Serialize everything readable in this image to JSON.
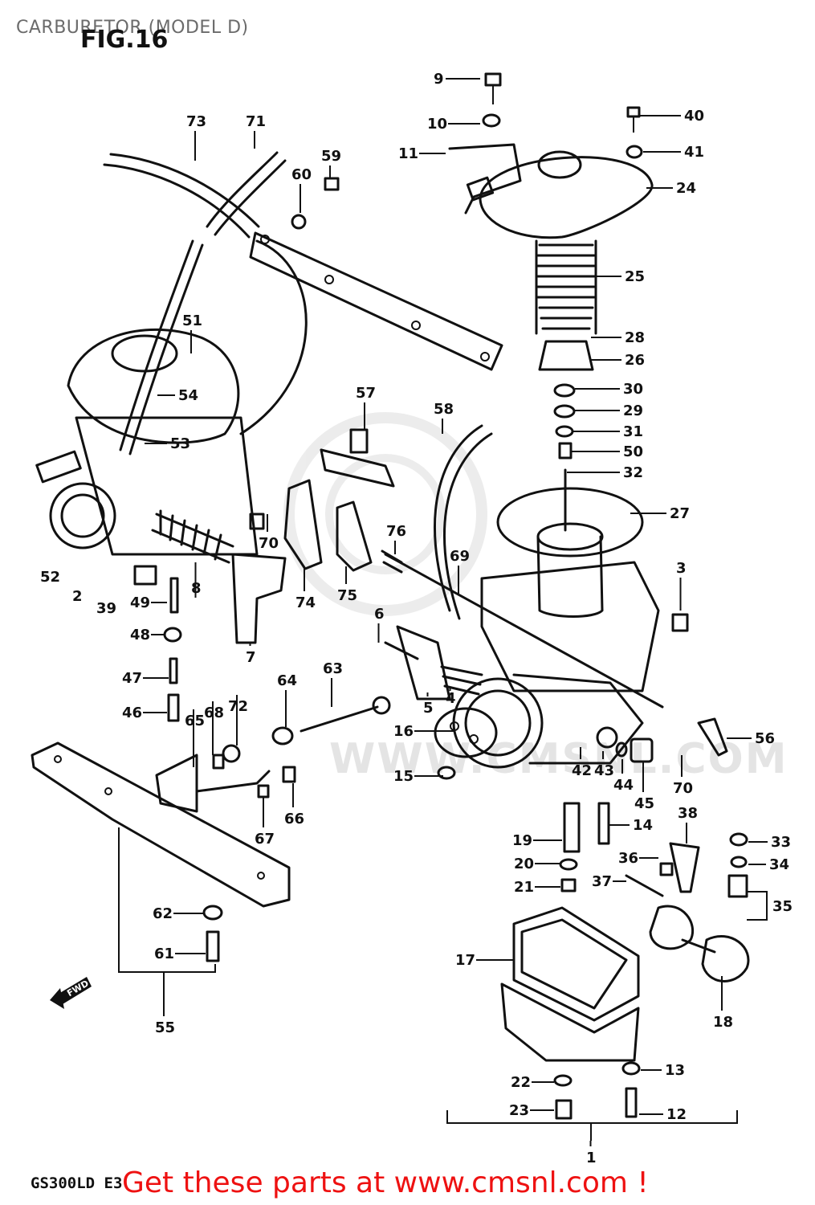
{
  "header": {
    "title": "CARBURETOR (MODEL D)",
    "figure": "FIG.16"
  },
  "footer": {
    "model_code": "GS300LD E3",
    "cta": "Get these parts at www.cmsnl.com !"
  },
  "watermark": "WWW.CMSNL.COM",
  "forward_marker": "FWD",
  "colors": {
    "cta": "#ee1111",
    "title": "#6b6b6b",
    "ink": "#111111"
  },
  "callouts": [
    "9",
    "10",
    "11",
    "40",
    "41",
    "24",
    "73",
    "71",
    "59",
    "60",
    "25",
    "28",
    "26",
    "51",
    "54",
    "53",
    "57",
    "58",
    "30",
    "29",
    "31",
    "50",
    "32",
    "27",
    "52",
    "2",
    "39",
    "49",
    "8",
    "70",
    "74",
    "75",
    "76",
    "69",
    "3",
    "48",
    "7",
    "6",
    "47",
    "63",
    "64",
    "5",
    "4",
    "46",
    "65",
    "68",
    "72",
    "16",
    "56",
    "42",
    "43",
    "44",
    "70",
    "15",
    "45",
    "14",
    "67",
    "66",
    "38",
    "19",
    "33",
    "20",
    "36",
    "34",
    "21",
    "37",
    "35",
    "62",
    "17",
    "61",
    "18",
    "55",
    "22",
    "13",
    "23",
    "12",
    "1"
  ]
}
